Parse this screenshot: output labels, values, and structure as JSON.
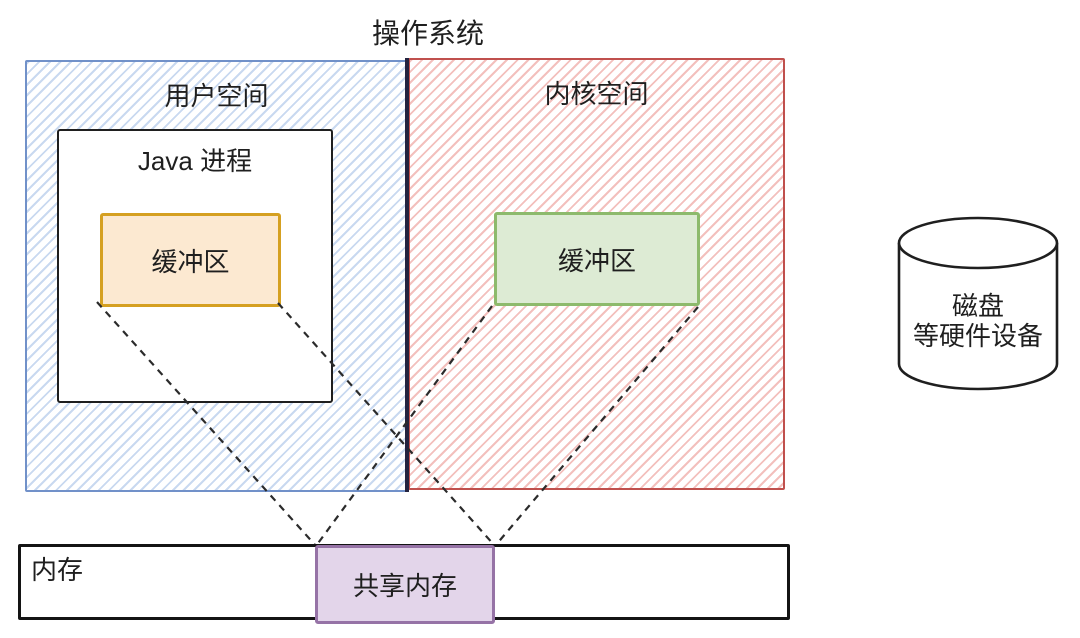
{
  "title": "操作系统",
  "user_space": {
    "label": "用户空间"
  },
  "kernel_space": {
    "label": "内核空间"
  },
  "java_process": {
    "label": "Java 进程"
  },
  "user_buffer": {
    "label": "缓冲区"
  },
  "kernel_buffer": {
    "label": "缓冲区"
  },
  "memory_bar": {
    "label": "内存"
  },
  "shared_memory": {
    "label": "共享内存"
  },
  "disk": {
    "line1": "磁盘",
    "line2": "等硬件设备"
  },
  "colors": {
    "user_space_border": "#7191C9",
    "user_space_hatch": "#C9D9F0",
    "kernel_space_border": "#C0504D",
    "kernel_space_hatch": "#F3C0BD",
    "space_divider": "#23233F",
    "user_buffer_border": "#D5A021",
    "user_buffer_fill": "#FCE9D1",
    "kernel_buffer_border": "#8DBA6C",
    "kernel_buffer_fill": "#DDEBD4",
    "shared_memory_border": "#9673A6",
    "shared_memory_fill": "#E3D5EA",
    "dashed_line": "#2B2B2B",
    "outline": "#1F1F1F"
  }
}
